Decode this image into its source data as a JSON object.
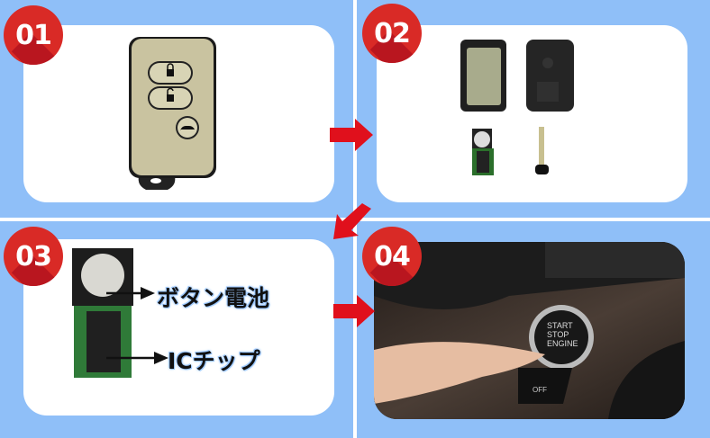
{
  "steps": [
    {
      "number": "01",
      "description_image": "smart-key-fob"
    },
    {
      "number": "02",
      "description_image": "disassembled-key-parts"
    },
    {
      "number": "03",
      "description_image": "key-circuit-board",
      "labels": [
        "ボタン電池",
        "ICチップ"
      ]
    },
    {
      "number": "04",
      "description_image": "pressing-start-stop-button",
      "button_text": [
        "START",
        "STOP",
        "ENGINE"
      ],
      "off_label": "OFF"
    }
  ],
  "colors": {
    "panel": "#8fbff8",
    "badge": "#d92a26",
    "arrow": "#e0101c"
  }
}
